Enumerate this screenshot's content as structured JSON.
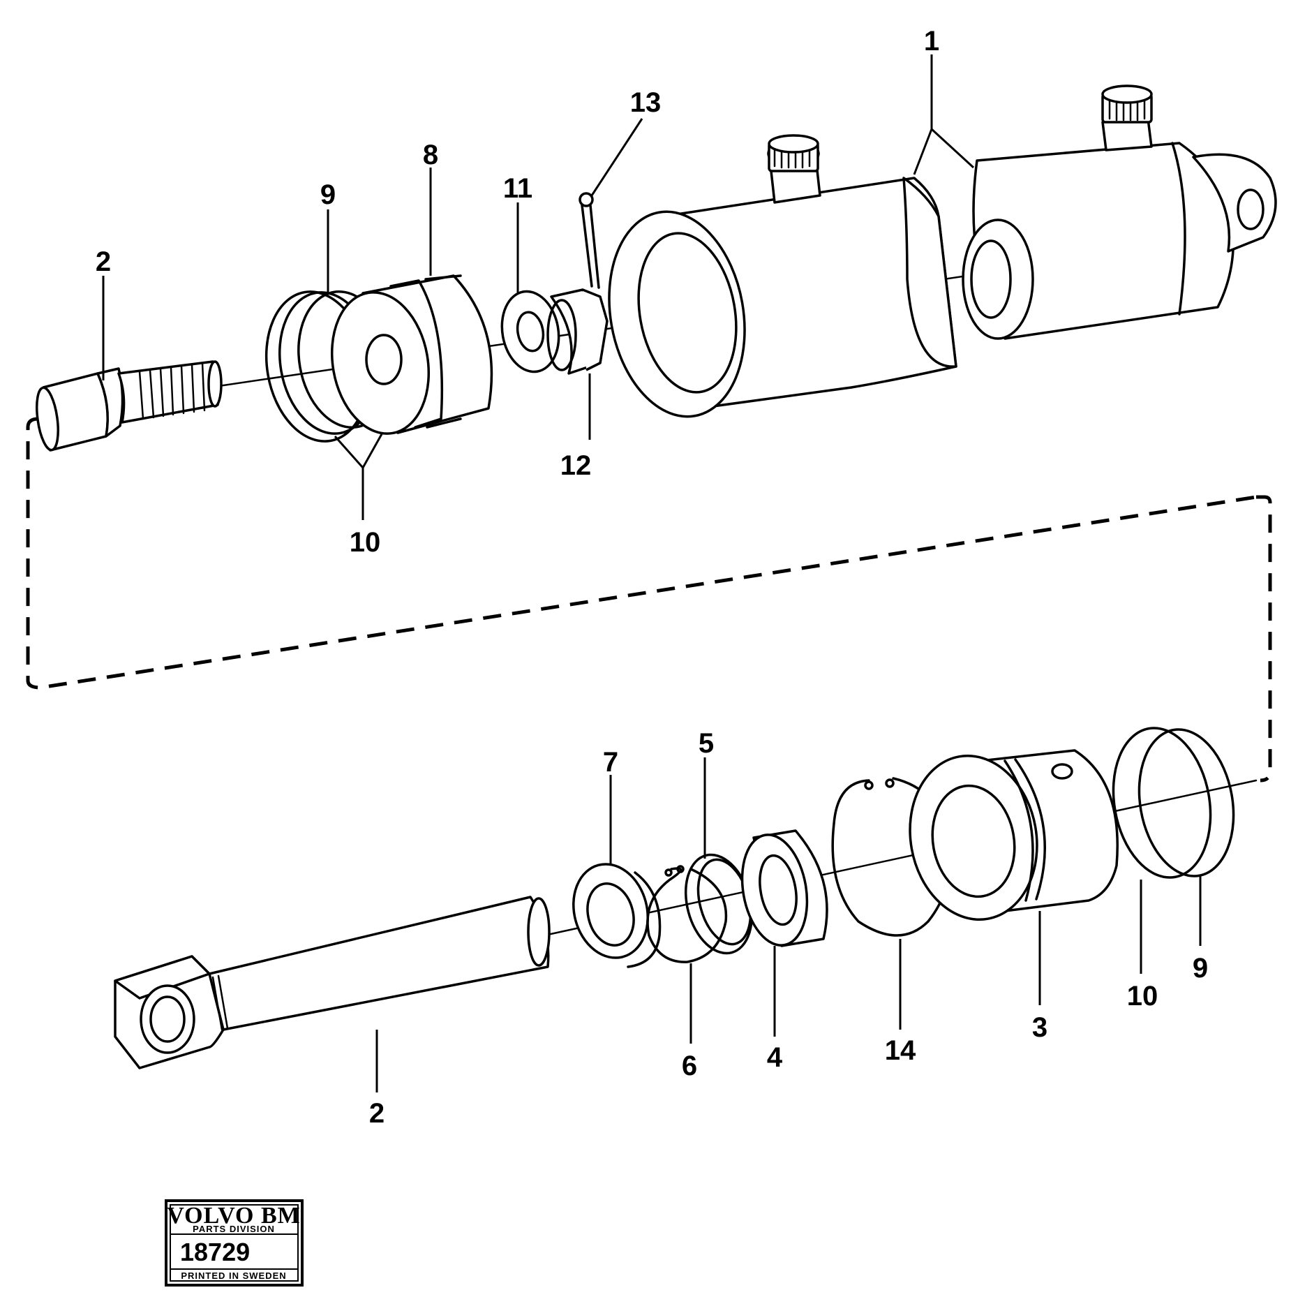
{
  "callouts": {
    "c1": "1",
    "c2_top": "2",
    "c8": "8",
    "c9_top": "9",
    "c10_top": "10",
    "c11": "11",
    "c12": "12",
    "c13": "13",
    "c7": "7",
    "c5": "5",
    "c6": "6",
    "c4": "4",
    "c14": "14",
    "c3": "3",
    "c10_bottom": "10",
    "c9_bottom": "9",
    "c2_bottom": "2"
  },
  "stamp": {
    "brand": "VOLVO BM",
    "division": "PARTS DIVISION",
    "number": "18729",
    "footer": "PRINTED IN SWEDEN"
  }
}
